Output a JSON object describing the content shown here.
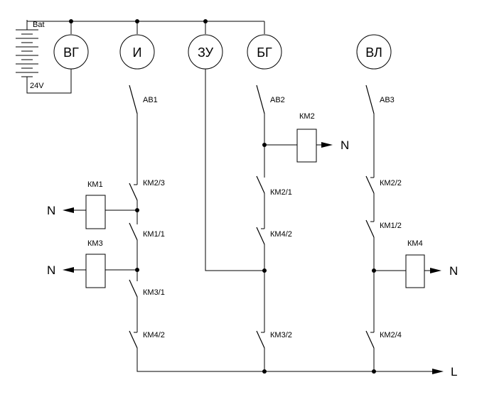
{
  "battery": {
    "top_label": "Bat",
    "bottom_label": "24V"
  },
  "loads": {
    "vg": "ВГ",
    "i": "И",
    "zu": "ЗУ",
    "bg": "БГ",
    "vl": "ВЛ"
  },
  "switches": {
    "ab1": "АВ1",
    "ab2": "АВ2",
    "ab3": "АВ3"
  },
  "contacts": {
    "km2_3": "КМ2/3",
    "km1_1": "КМ1/1",
    "km3_1": "КМ3/1",
    "km4_2_left": "КМ4/2",
    "km2_1": "КМ2/1",
    "km4_2_mid": "КМ4/2",
    "km3_2": "КМ3/2",
    "km2_2": "КМ2/2",
    "km1_2": "КМ1/2",
    "km2_4": "КМ2/4"
  },
  "coils": {
    "km1": "КМ1",
    "km2": "КМ2",
    "km3": "КМ3",
    "km4": "КМ4"
  },
  "terminals": {
    "n_km1": "N",
    "n_km2": "N",
    "n_km3": "N",
    "n_km4": "N",
    "l_bus": "L"
  }
}
